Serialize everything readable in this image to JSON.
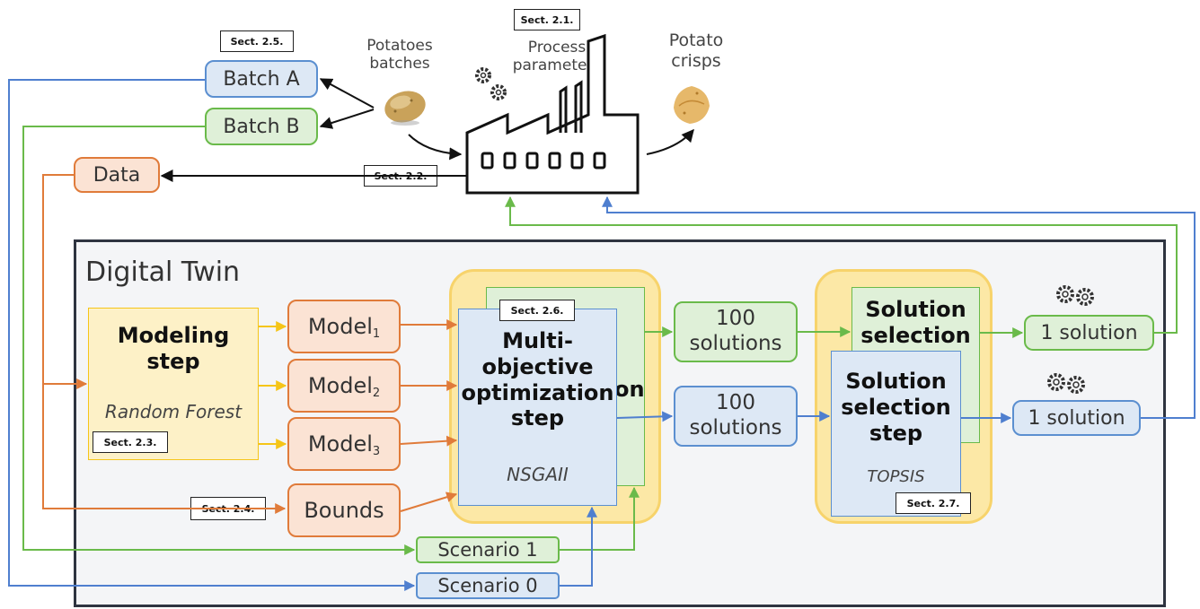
{
  "tags": {
    "s21": "Sect. 2.1.",
    "s22": "Sect. 2.2.",
    "s23": "Sect. 2.3.",
    "s24": "Sect. 2.4.",
    "s25": "Sect. 2.5.",
    "s26": "Sect. 2.6.",
    "s27": "Sect. 2.7."
  },
  "top": {
    "potatoes_batches": "Potatoes\nbatches",
    "process_parameters": "Process\nparameters",
    "potato_crisps": "Potato\ncrisps",
    "batch_a": "Batch A",
    "batch_b": "Batch B",
    "data": "Data"
  },
  "twin": {
    "title": "Digital Twin",
    "modeling_title": "Modeling\nstep",
    "modeling_method": "Random Forest",
    "model_label": "Model",
    "model_1_sub": "1",
    "model_2_sub": "2",
    "model_3_sub": "3",
    "bounds": "Bounds",
    "moo_back_fragment": "on",
    "moo_title": "Multi-\nobjective\noptimization\nstep",
    "moo_method": "NSGAII",
    "solutions_green": "100\nsolutions",
    "solutions_blue": "100\nsolutions",
    "sel_back_title": "Solution\nselection",
    "sel_title": "Solution\nselection\nstep",
    "sel_method": "TOPSIS",
    "one_solution_green": "1 solution",
    "one_solution_blue": "1 solution",
    "scenario_1": "Scenario 1",
    "scenario_0": "Scenario 0"
  },
  "colors": {
    "blue_line": "#4f7fcf",
    "green_line": "#6aba4a",
    "orange_line": "#e07b3a",
    "yellow_line": "#f5c518",
    "twin_border": "#2e3440",
    "twin_bg": "#f4f5f7",
    "highlight": "#fce8a6"
  },
  "icons": {
    "factory": "factory-icon",
    "potato": "potato-icon",
    "crisp": "crisp-icon",
    "gears": "gears-icon"
  }
}
